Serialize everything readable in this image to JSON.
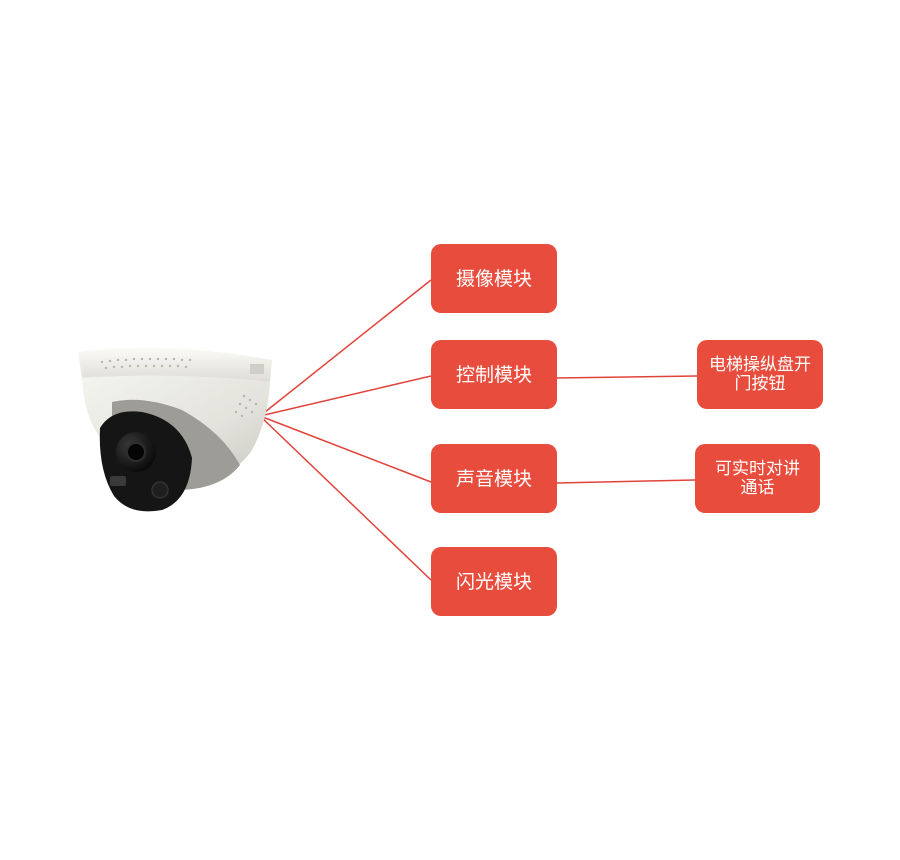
{
  "diagram": {
    "modules": [
      {
        "label": "摄像模块"
      },
      {
        "label": "控制模块"
      },
      {
        "label": "声音模块"
      },
      {
        "label": "闪光模块"
      }
    ],
    "sub_nodes": [
      {
        "label": "电梯操纵盘开门按钮",
        "parent": "控制模块"
      },
      {
        "label": "可实时对讲通话",
        "parent": "声音模块"
      }
    ],
    "colors": {
      "node_fill": "#e84c3d",
      "node_text": "#ffffff",
      "connector": "#e0433a"
    },
    "camera_icon": "dome-camera-icon"
  }
}
